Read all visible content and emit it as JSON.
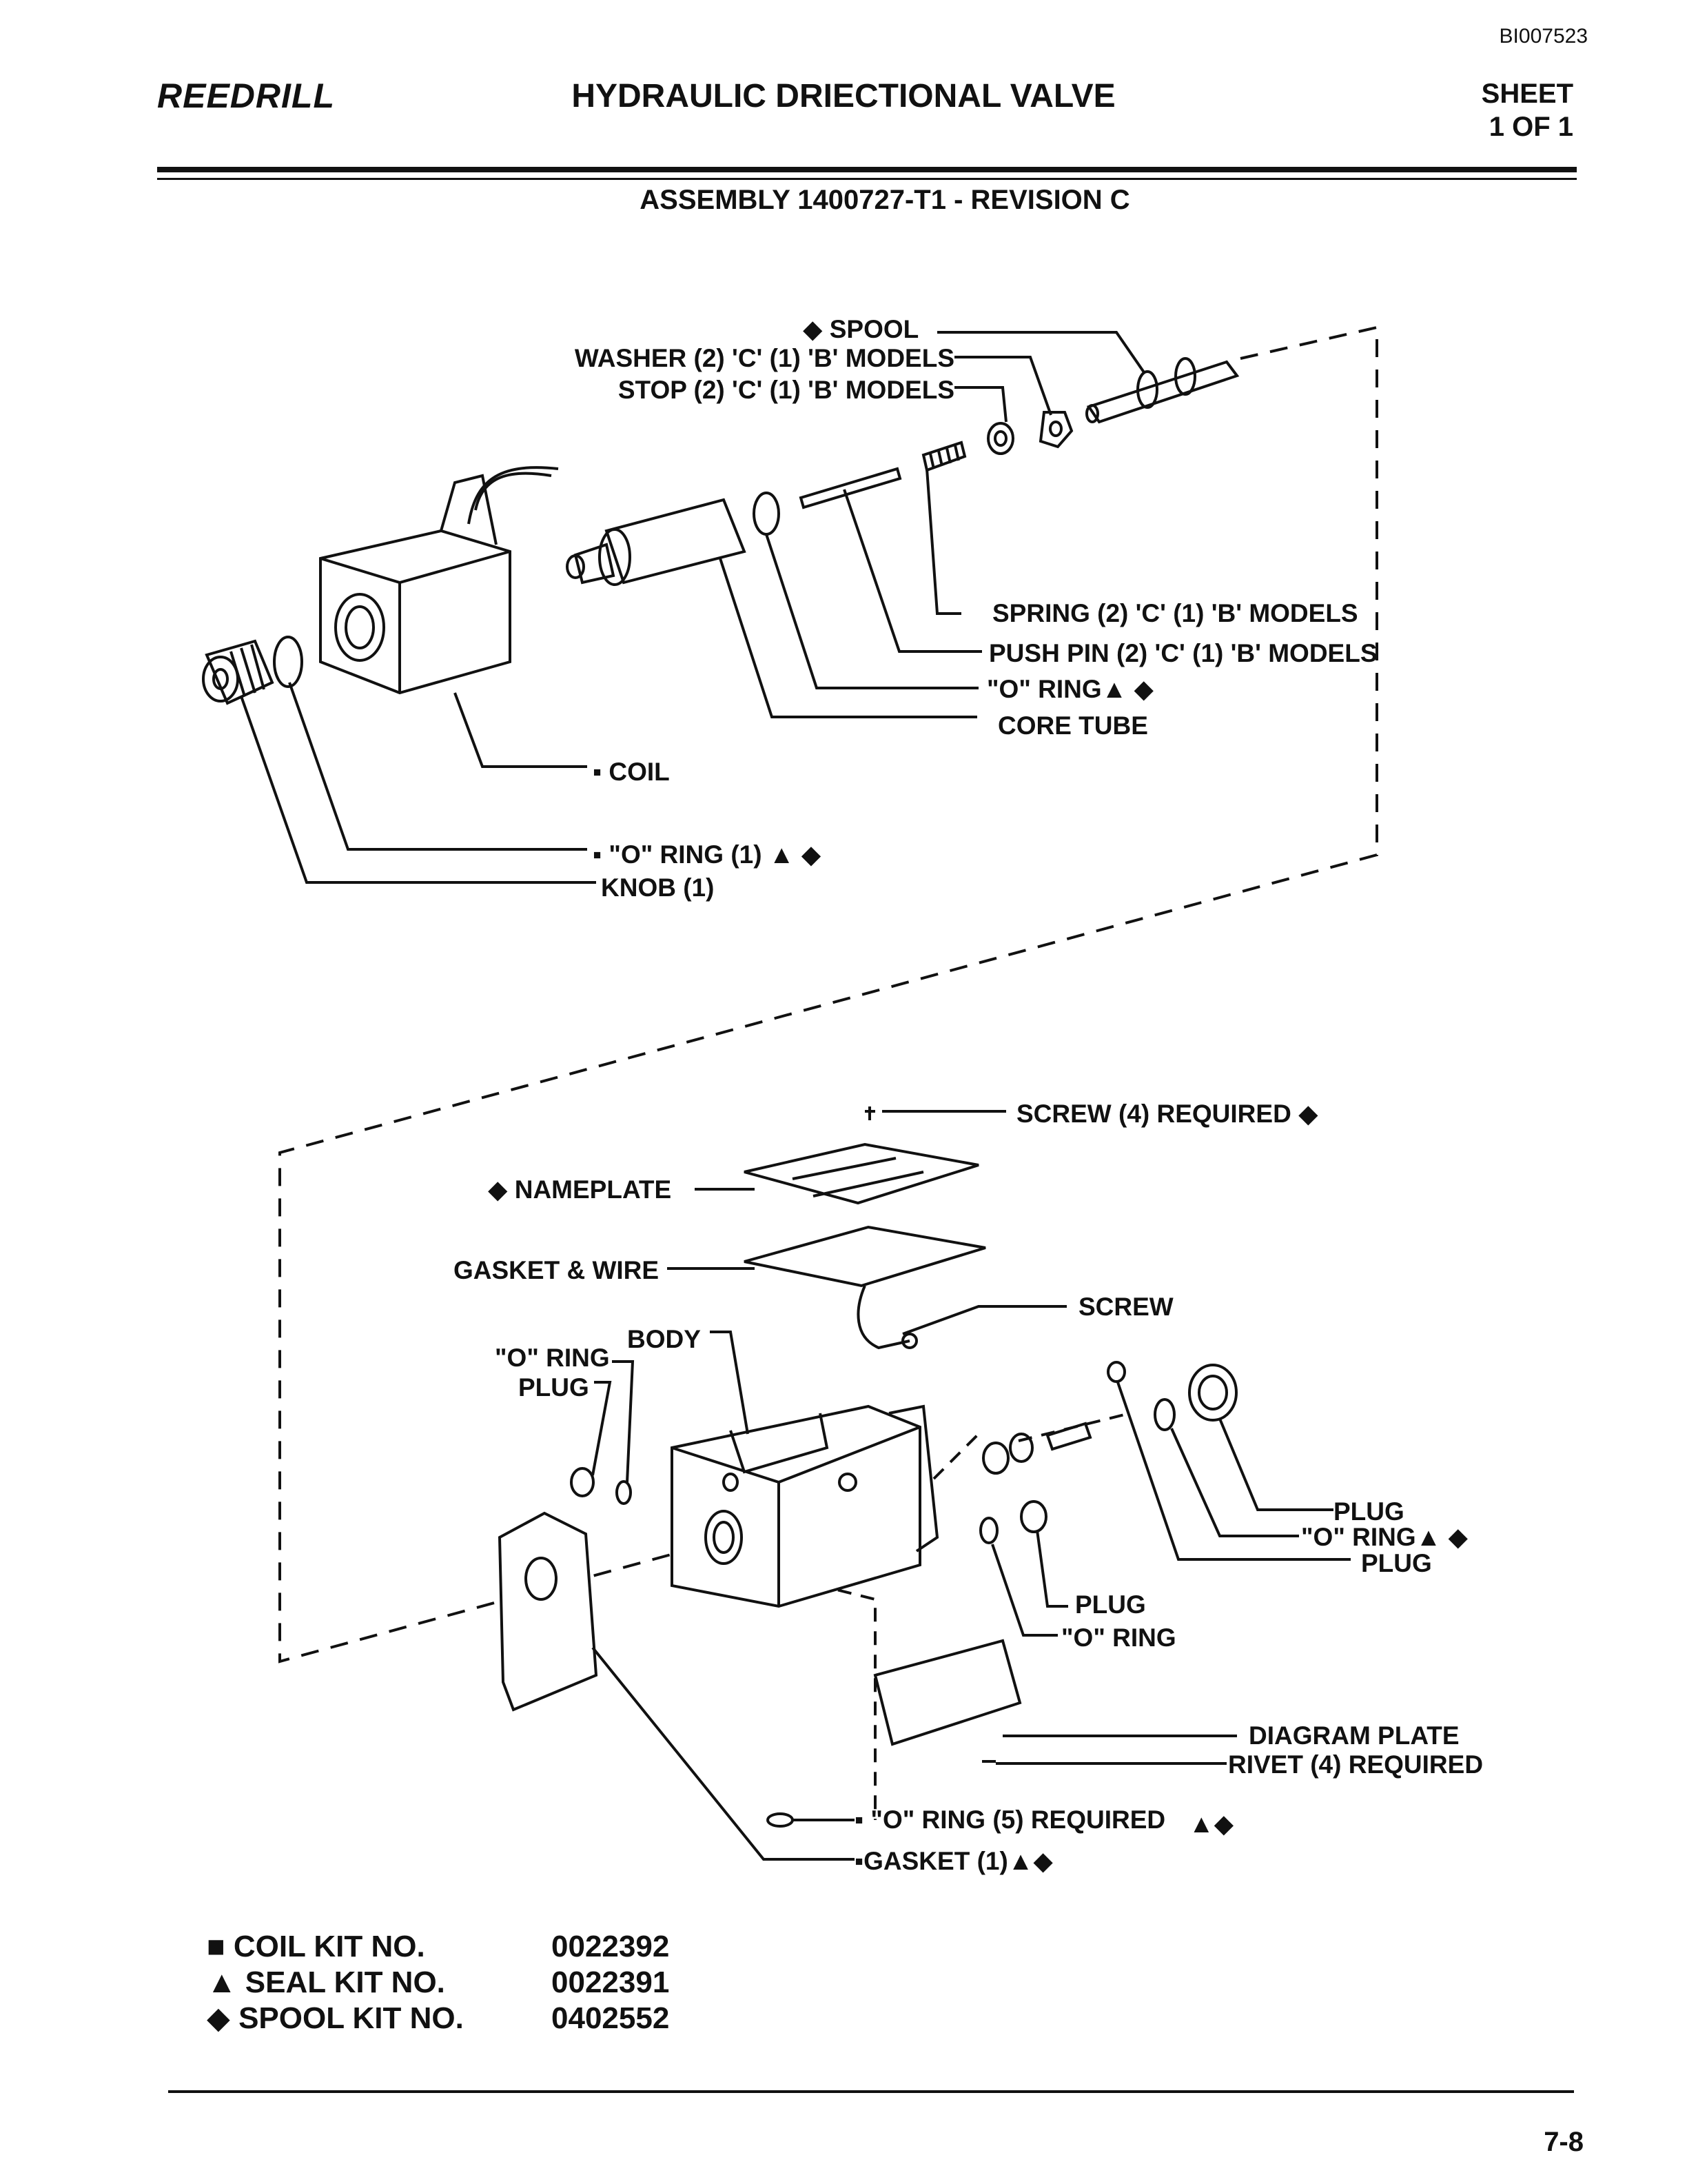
{
  "header": {
    "doc_id": "BI007523",
    "logo": "REEDRILL",
    "title": "HYDRAULIC DRIECTIONAL VALVE",
    "sheet_line1": "SHEET",
    "sheet_line2": "1 OF 1",
    "assembly": "ASSEMBLY 1400727-T1 - REVISION C"
  },
  "callouts": {
    "spool": "◆ SPOOL",
    "washer": "WASHER (2) 'C' (1) 'B' MODELS",
    "stop": "STOP (2) 'C' (1) 'B' MODELS",
    "spring": "SPRING (2) 'C' (1) 'B' MODELS",
    "push_pin": "PUSH PIN (2) 'C' (1) 'B' MODELS",
    "o_ring_top": "\"O\" RING▲ ◆",
    "core_tube": "CORE TUBE",
    "coil": "▪ COIL",
    "o_ring_knob": "▪ \"O\" RING (1) ▲ ◆",
    "knob": "KNOB (1)",
    "screw_4": "SCREW (4) REQUIRED ◆",
    "nameplate": "◆  NAMEPLATE",
    "gasket_wire": "GASKET & WIRE",
    "screw": "SCREW",
    "body": "BODY",
    "o_ring_left": "\"O\" RING",
    "plug_left": "PLUG",
    "plug_r1": "PLUG",
    "o_ring_r": "\"O\" RING▲ ◆",
    "plug_r2": "PLUG",
    "plug_mid": "PLUG",
    "o_ring_mid": "\"O\" RING",
    "diagram_plate": "DIAGRAM PLATE",
    "rivet": "RIVET (4) REQUIRED",
    "o_ring_5": "▪ \"O\" RING (5) REQUIRED",
    "o_ring_5_marks": "▲◆",
    "gasket": "▪GASKET  (1)▲◆"
  },
  "kits": [
    {
      "symbol": "■",
      "label": "COIL KIT NO.",
      "number": "0022392"
    },
    {
      "symbol": "▲",
      "label": "SEAL KIT NO.",
      "number": "0022391"
    },
    {
      "symbol": "◆",
      "label": "SPOOL KIT NO.",
      "number": "0402552"
    }
  ],
  "footer": {
    "page": "7-8"
  }
}
